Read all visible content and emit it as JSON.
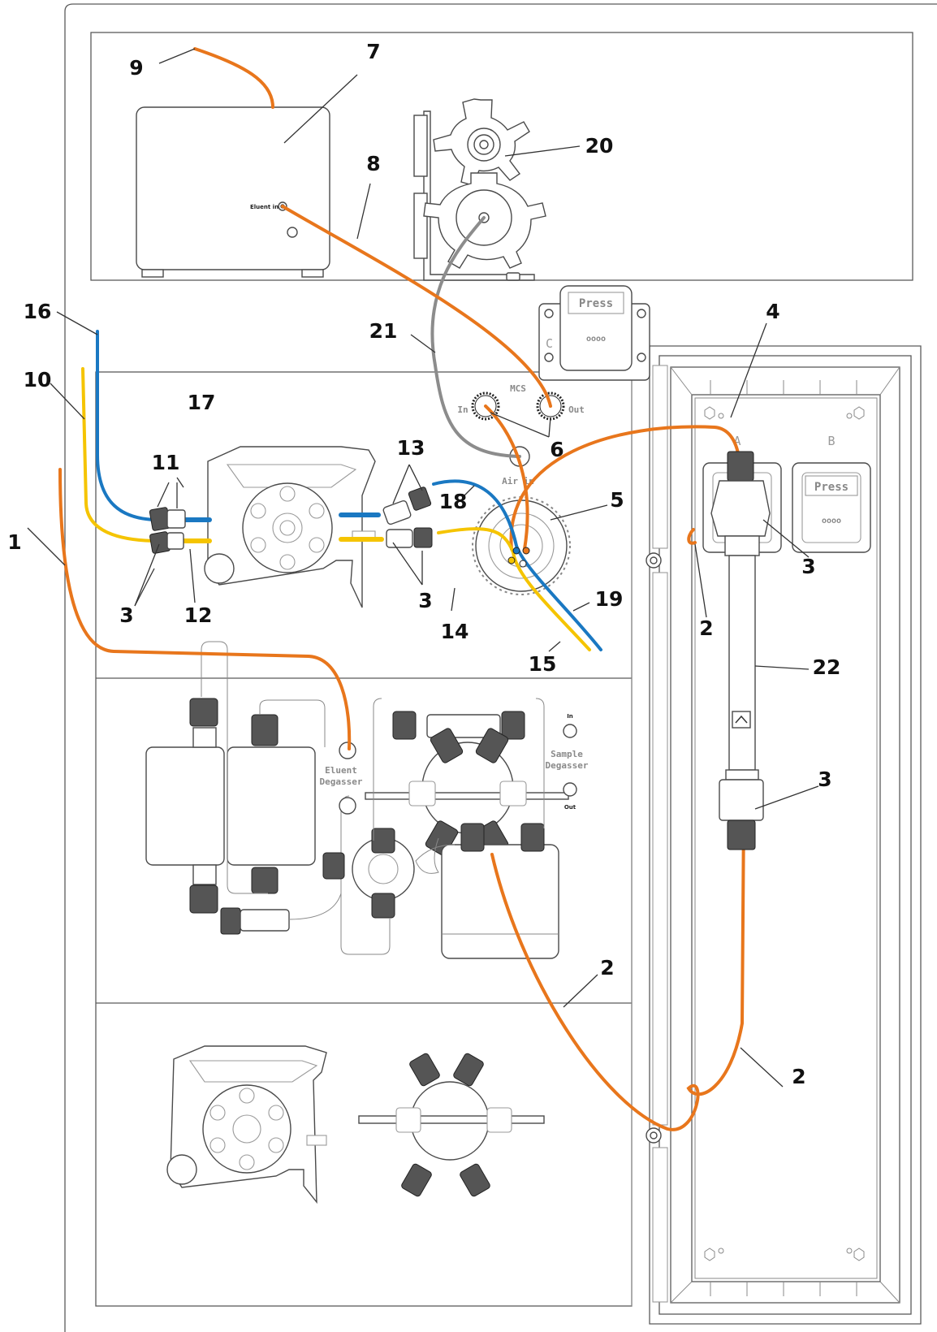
{
  "colors": {
    "orange_tubing": "#e8761c",
    "blue_tubing": "#1a78c2",
    "yellow_tubing": "#f5c400",
    "gray_tubing": "#8c8c8c",
    "outline": "#5a5a5a"
  },
  "panel_labels": {
    "eluent_in": "Eluent in",
    "mcs": "MCS",
    "mcs_in": "In",
    "mcs_out": "Out",
    "air_in": "Air in",
    "eluent_degasser_1": "Eluent",
    "eluent_degasser_2": "Degasser",
    "sample_degasser_1": "Sample",
    "sample_degasser_2": "Degasser",
    "sample_in": "In",
    "sample_out": "Out",
    "press_c": "Press",
    "press_a": "Press",
    "press_b": "Press",
    "slot_c": "C",
    "slot_a": "A",
    "slot_b": "B",
    "oooo": "oooo"
  },
  "callouts": {
    "c9": "9",
    "c7": "7",
    "c8": "8",
    "c20": "20",
    "c16": "16",
    "c21": "21",
    "c4": "4",
    "c10": "10",
    "c17": "17",
    "c11": "11",
    "c13": "13",
    "c6": "6",
    "c1": "1",
    "c18": "18",
    "c5": "5",
    "c3a": "3",
    "c12": "12",
    "c3b": "3",
    "c14": "14",
    "c19": "19",
    "c15": "15",
    "c3c": "3",
    "c2a": "2",
    "c22": "22",
    "c3d": "3",
    "c2b": "2",
    "c2c": "2"
  }
}
